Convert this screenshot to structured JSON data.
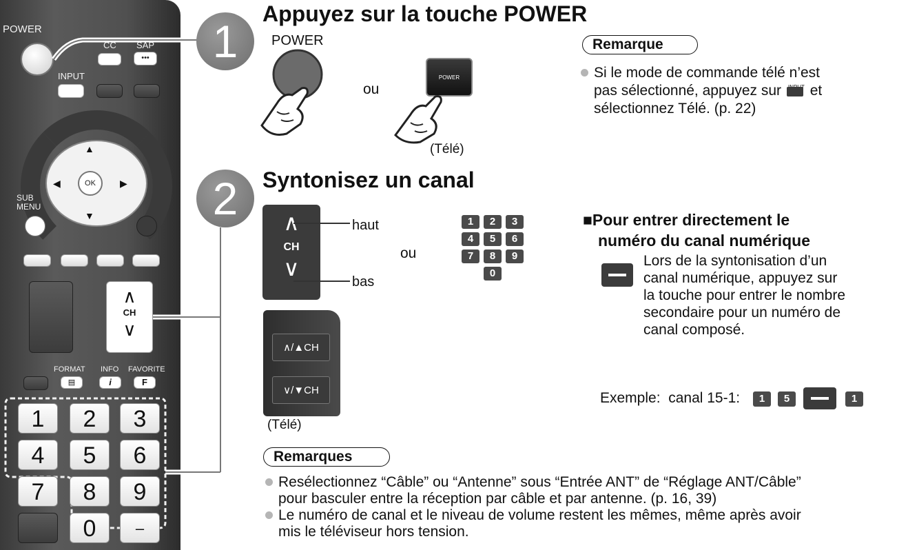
{
  "remote": {
    "power_label": "POWER",
    "cc_label": "CC",
    "sap_label": "SAP",
    "sap_button_text": "•••",
    "input_label": "INPUT",
    "ok_label": "OK",
    "sub_menu_label": "SUB\nMENU",
    "ch_up": "∧",
    "ch_label": "CH",
    "ch_down": "∨",
    "format_label": "FORMAT",
    "info_label": "INFO",
    "favorite_label": "FAVORITE",
    "favorite_key": "F",
    "info_key": "i",
    "number_keys": [
      "1",
      "2",
      "3",
      "4",
      "5",
      "6",
      "7",
      "8",
      "9",
      "0",
      "–"
    ]
  },
  "step1": {
    "number": "1",
    "title": "Appuyez sur la touche POWER",
    "power_caption": "POWER",
    "or_text": "ou",
    "tv_button_text": "POWER",
    "tv_caption": "(Télé)"
  },
  "remarque": {
    "pill": "Remarque",
    "line1": "Si le mode de commande télé n’est",
    "line2_before": "pas sélectionné, appuyez sur",
    "input_key_label": "INPUT",
    "line2_after": "et",
    "line3": "sélectionnez Télé. (p. 22)"
  },
  "step2": {
    "number": "2",
    "title": "Syntonisez un canal",
    "ch_up": "∧",
    "ch_label": "CH",
    "ch_down": "∨",
    "haut": "haut",
    "bas": "bas",
    "or_text": "ou",
    "keypad": [
      "1",
      "2",
      "3",
      "4",
      "5",
      "6",
      "7",
      "8",
      "9",
      "0"
    ],
    "tv_up_label": "∧/▲CH",
    "tv_down_label": "∨/▼CH",
    "tv_caption": "(Télé)"
  },
  "direct_entry": {
    "heading_line1": "■Pour entrer directement le",
    "heading_line2": "numéro du canal numérique",
    "body_lines": [
      "Lors de la syntonisation d’un",
      "canal numérique, appuyez sur",
      "la touche pour entrer le nombre",
      "secondaire pour un numéro de",
      "canal composé."
    ],
    "example_label": "Exemple:  canal 15-1:",
    "example_keys": [
      "1",
      "5",
      "1"
    ]
  },
  "remarques": {
    "pill": "Remarques",
    "items": [
      {
        "line1": "Resélectionnez “Câble” ou “Antenne” sous “Entrée ANT” de “Réglage ANT/Câble”",
        "line2": "pour basculer entre la réception par câble et par antenne. (p. 16, 39)"
      },
      {
        "line1": "Le numéro de canal et le niveau de volume restent les mêmes, même après avoir",
        "line2": "mis le téléviseur hors tension."
      }
    ]
  }
}
